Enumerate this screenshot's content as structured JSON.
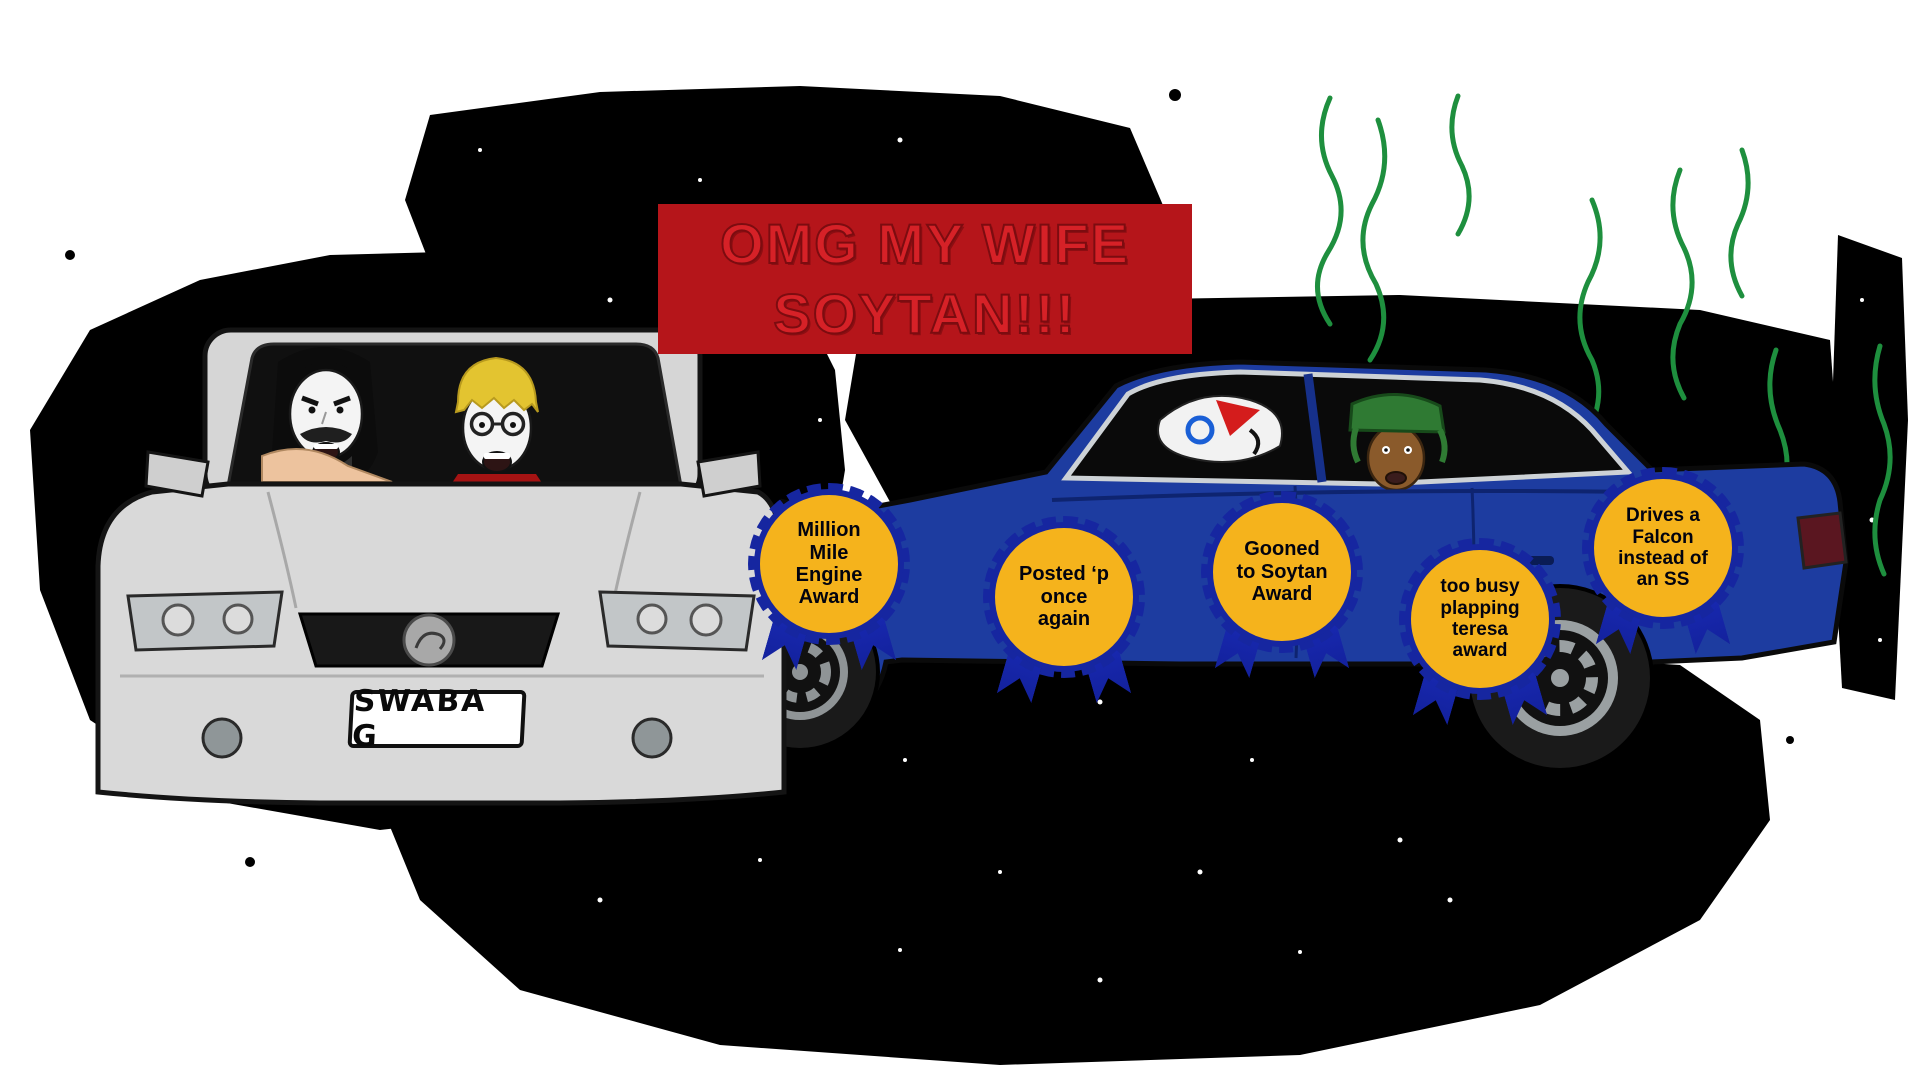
{
  "banner": {
    "line1": "OMG MY WIFE",
    "line2": "SOYTAN!!!"
  },
  "grey_car": {
    "license_plate": "SWABA G"
  },
  "awards": [
    {
      "text": "Million\nMile\nEngine\nAward"
    },
    {
      "text": "Posted ‘p\nonce\nagain"
    },
    {
      "text": "Gooned\nto Soytan\nAward"
    },
    {
      "text": "too busy\nplapping\nteresa\naward"
    },
    {
      "text": "Drives a\nFalcon\ninstead of\nan SS"
    }
  ],
  "colors": {
    "banner_bg": "#b5151a",
    "banner_text": "#d62127",
    "rosette_gold": "#f5b31c",
    "rosette_blue": "#1626a0",
    "ribbon_blue": "#1c2fc2",
    "car_silver": "#d9d9d9",
    "car_blue": "#1d3ca0",
    "squiggle_green": "#1e8f3e"
  }
}
